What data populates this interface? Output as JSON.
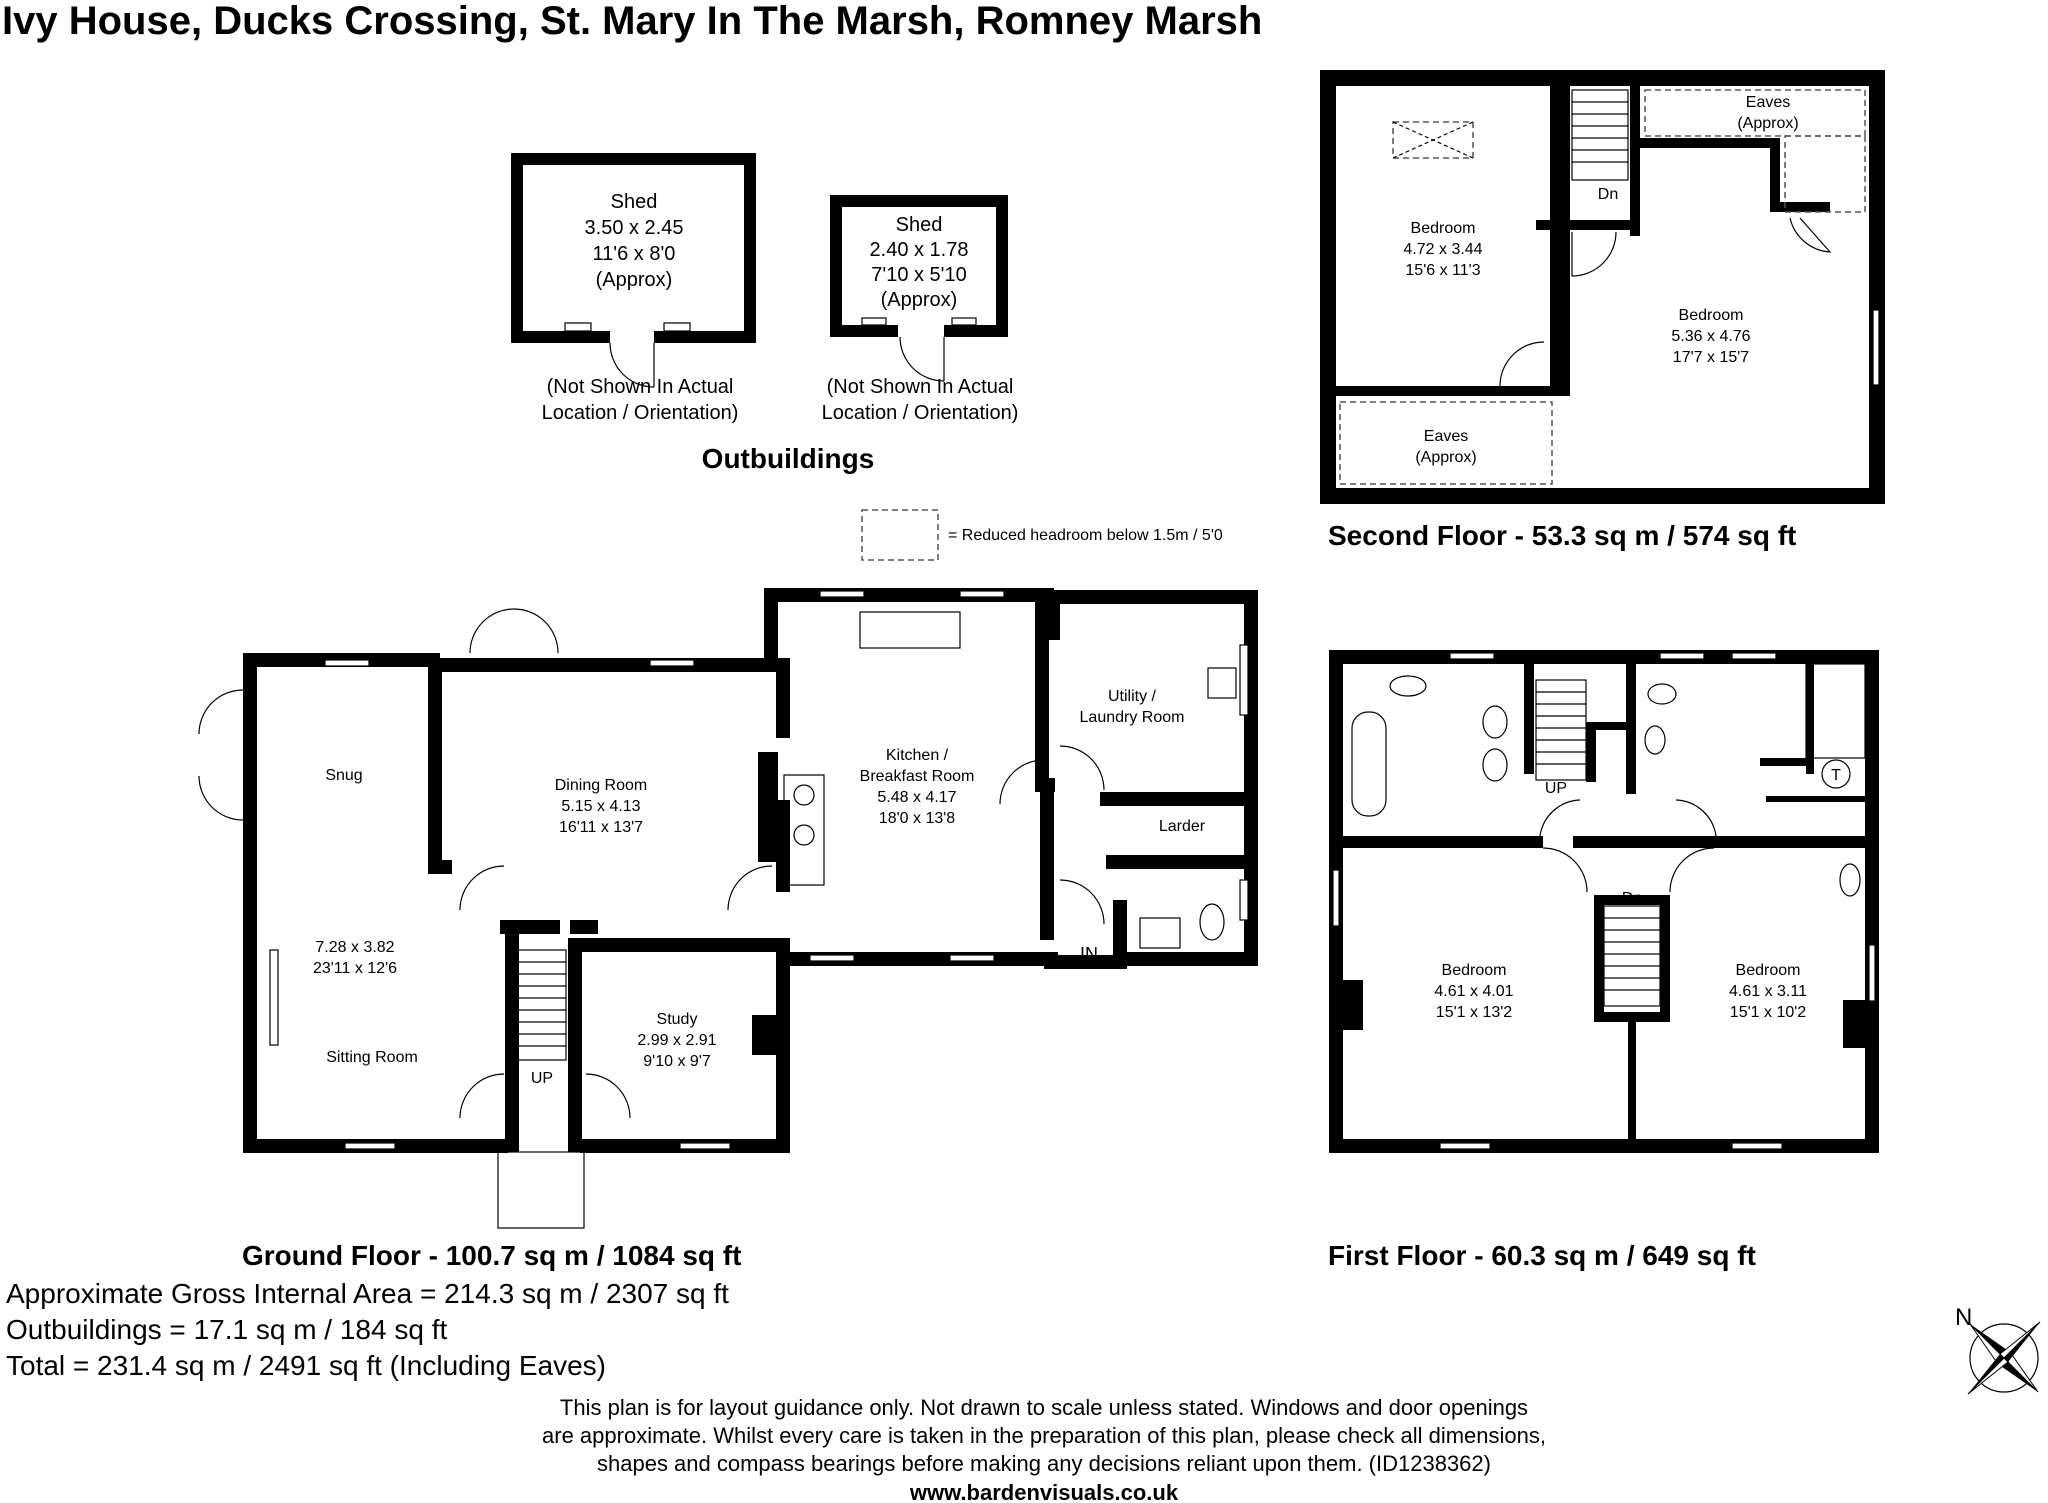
{
  "title": "Ivy House, Ducks Crossing, St. Mary In The Marsh, Romney Marsh",
  "outbuildings": {
    "heading": "Outbuildings",
    "sheds": [
      {
        "name": "Shed",
        "metric": "3.50 x 2.45",
        "imperial": "11'6 x 8'0",
        "approx": "(Approx)",
        "note_line1": "(Not Shown In Actual",
        "note_line2": "Location / Orientation)"
      },
      {
        "name": "Shed",
        "metric": "2.40 x 1.78",
        "imperial": "7'10 x 5'10",
        "approx": "(Approx)",
        "note_line1": "(Not Shown In Actual",
        "note_line2": "Location / Orientation)"
      }
    ]
  },
  "legend": {
    "headroom": "= Reduced headroom below 1.5m / 5'0"
  },
  "ground_floor": {
    "title": "Ground Floor - 100.7 sq m / 1084 sq ft",
    "rooms": {
      "snug": "Snug",
      "sitting_dims1": "7.28 x 3.82",
      "sitting_dims2": "23'11 x 12'6",
      "sitting": "Sitting Room",
      "dining": "Dining Room",
      "dining_dims1": "5.15 x 4.13",
      "dining_dims2": "16'11 x 13'7",
      "kitchen1": "Kitchen /",
      "kitchen2": "Breakfast Room",
      "kitchen_dims1": "5.48 x 4.17",
      "kitchen_dims2": "18'0 x 13'8",
      "utility1": "Utility /",
      "utility2": "Laundry Room",
      "larder": "Larder",
      "study": "Study",
      "study_dims1": "2.99 x 2.91",
      "study_dims2": "9'10 x 9'7",
      "up": "UP",
      "in": "IN"
    }
  },
  "first_floor": {
    "title": "First Floor - 60.3 sq m / 649 sq ft",
    "rooms": {
      "bed1": "Bedroom",
      "bed1_dims1": "4.61 x 4.01",
      "bed1_dims2": "15'1 x 13'2",
      "bed2": "Bedroom",
      "bed2_dims1": "4.61 x 3.11",
      "bed2_dims2": "15'1 x 10'2",
      "up": "UP",
      "dn": "Dn",
      "tank": "T"
    }
  },
  "second_floor": {
    "title": "Second Floor - 53.3 sq m / 574 sq ft",
    "rooms": {
      "bed1": "Bedroom",
      "bed1_dims1": "4.72 x 3.44",
      "bed1_dims2": "15'6 x 11'3",
      "bed2": "Bedroom",
      "bed2_dims1": "5.36 x 4.76",
      "bed2_dims2": "17'7 x 15'7",
      "eaves": "Eaves",
      "approx": "(Approx)",
      "dn": "Dn"
    }
  },
  "areas": {
    "gross": "Approximate Gross Internal Area = 214.3 sq m / 2307 sq ft",
    "outbuildings": "Outbuildings = 17.1 sq m / 184 sq ft",
    "total": "Total = 231.4 sq m / 2491 sq ft (Including Eaves)"
  },
  "disclaimer": {
    "line1": "This plan is for layout guidance only. Not drawn to scale unless stated. Windows and door openings",
    "line2": "are approximate. Whilst every care is taken in the preparation of this plan, please check all dimensions,",
    "line3": "shapes and compass bearings before making any decisions reliant upon them. (ID1238362)",
    "website": "www.bardenvisuals.co.uk"
  },
  "compass": {
    "north": "N"
  }
}
